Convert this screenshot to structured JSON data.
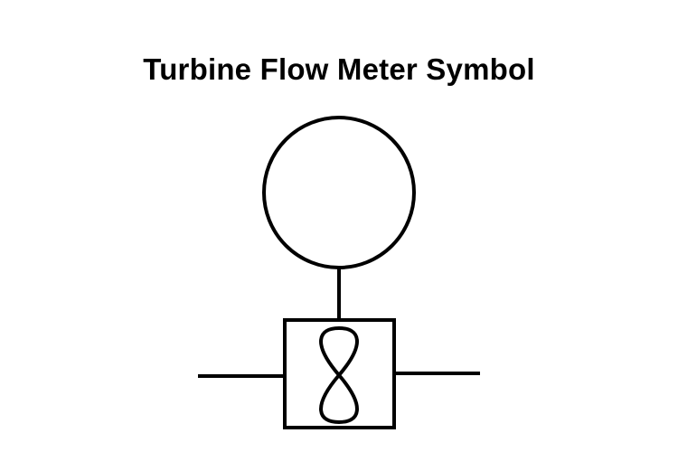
{
  "title": "Turbine Flow Meter Symbol",
  "colors": {
    "stroke": "#000000",
    "background": "#ffffff"
  },
  "diagram": {
    "type": "P&ID instrument symbol",
    "elements": [
      {
        "name": "instrument-bubble",
        "shape": "circle"
      },
      {
        "name": "connector-line",
        "shape": "vertical line"
      },
      {
        "name": "meter-body",
        "shape": "square"
      },
      {
        "name": "turbine-rotor",
        "shape": "figure-eight"
      },
      {
        "name": "inlet-pipe",
        "shape": "horizontal line"
      },
      {
        "name": "outlet-pipe",
        "shape": "horizontal line"
      }
    ]
  }
}
